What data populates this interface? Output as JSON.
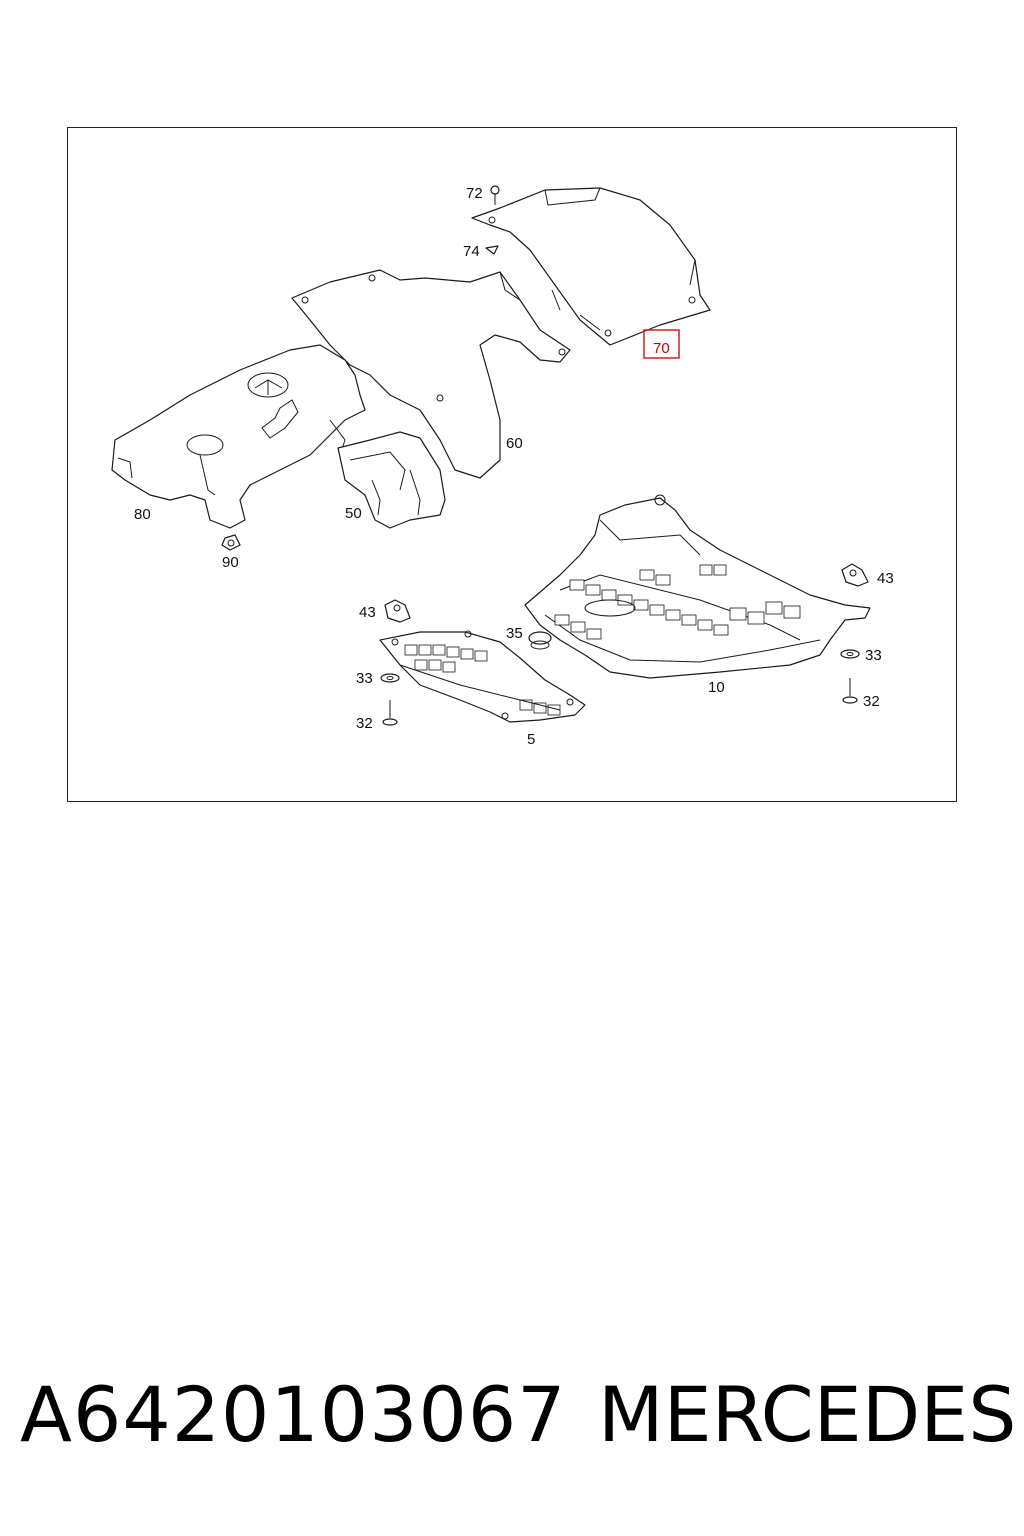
{
  "diagram": {
    "callouts": {
      "c72": "72",
      "c74": "74",
      "c70": "70",
      "c60": "60",
      "c80": "80",
      "c50": "50",
      "c90": "90",
      "c43a": "43",
      "c43b": "43",
      "c35": "35",
      "c33a": "33",
      "c33b": "33",
      "c32a": "32",
      "c32b": "32",
      "c10": "10",
      "c5": "5"
    },
    "highlight_color": "#d42020"
  },
  "footer": {
    "part_number": "A6420103067",
    "brand": "MERCEDES"
  }
}
